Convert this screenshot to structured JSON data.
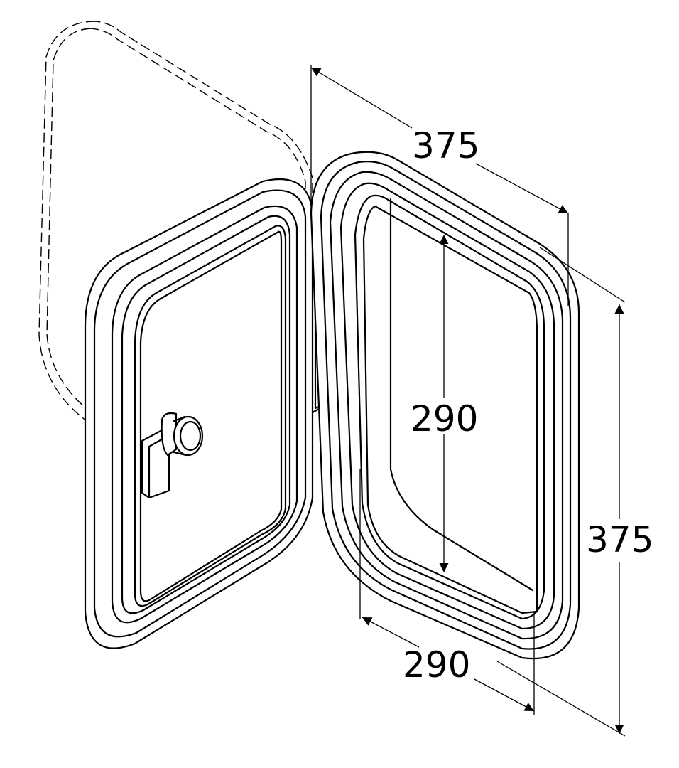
{
  "dimensions": {
    "top_outer_width": "375",
    "right_outer_height": "375",
    "inner_height": "290",
    "inner_width": "290"
  },
  "colors": {
    "line": "#000000",
    "background": "#ffffff"
  },
  "icons": {
    "latch": "latch-knob-icon",
    "arrow": "arrowhead-icon"
  }
}
